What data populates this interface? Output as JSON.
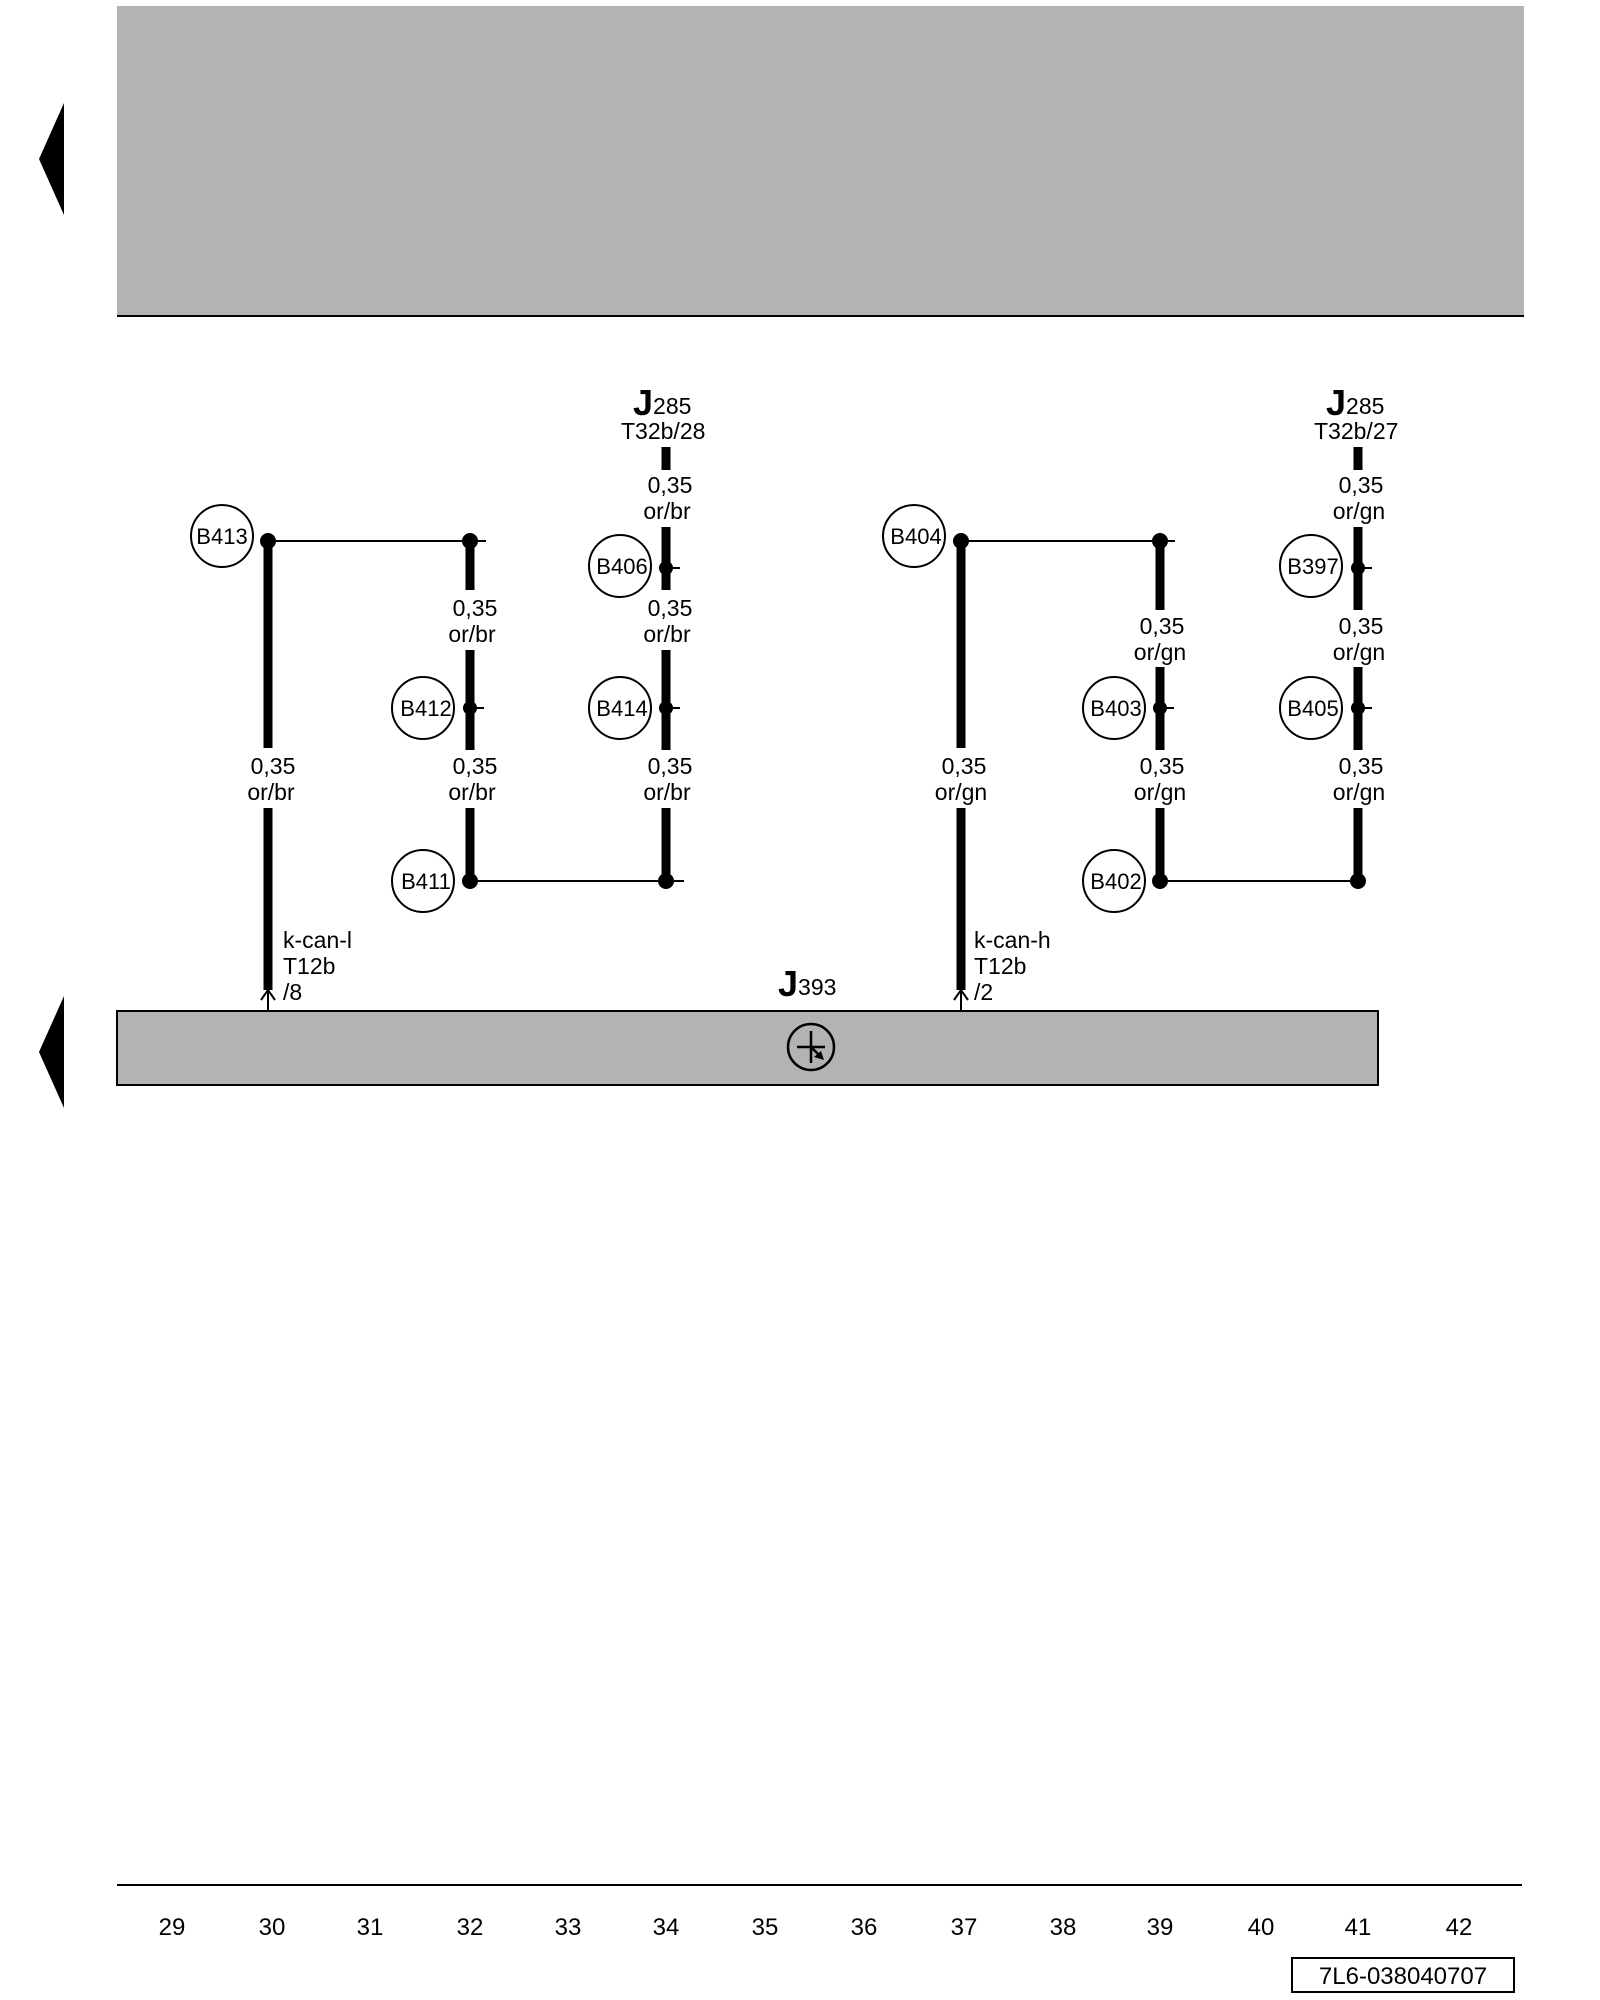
{
  "components": {
    "j285_left": {
      "letter": "J",
      "number": "285",
      "pin": "T32b/28"
    },
    "j285_right": {
      "letter": "J",
      "number": "285",
      "pin": "T32b/27"
    },
    "j393": {
      "letter": "J",
      "number": "393"
    }
  },
  "wires": {
    "brown": {
      "size": "0,35",
      "color": "or/br"
    },
    "green": {
      "size": "0,35",
      "color": "or/gn"
    }
  },
  "connectors": {
    "b413": "B413",
    "b412": "B412",
    "b411": "B411",
    "b406": "B406",
    "b414": "B414",
    "b404": "B404",
    "b403": "B403",
    "b402": "B402",
    "b397": "B397",
    "b405": "B405"
  },
  "terminals": {
    "left": {
      "signal": "k-can-l",
      "connector": "T12b",
      "pin": "/8"
    },
    "right": {
      "signal": "k-can-h",
      "connector": "T12b",
      "pin": "/2"
    }
  },
  "track_numbers": [
    "29",
    "30",
    "31",
    "32",
    "33",
    "34",
    "35",
    "36",
    "37",
    "38",
    "39",
    "40",
    "41",
    "42"
  ],
  "document_id": "7L6-038040707",
  "colors": {
    "panel_gray": "#b3b3b3",
    "ink": "#000000",
    "background": "#ffffff"
  },
  "icons": {
    "nav_arrows": "triangle-left-icon",
    "ground_symbol": "control-unit-symbol-icon"
  }
}
